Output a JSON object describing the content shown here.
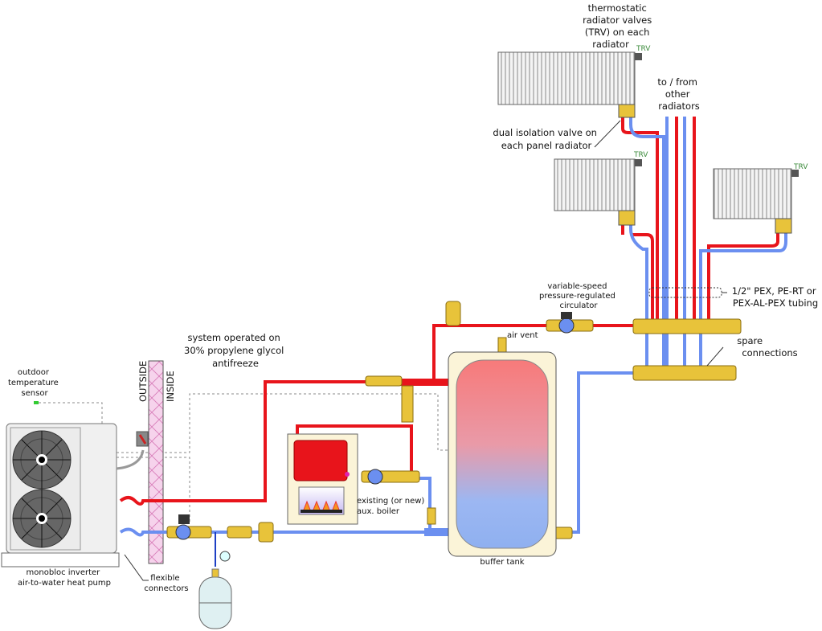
{
  "labels": {
    "trv_note": [
      "thermostatic",
      "radiator valves",
      "(TRV) on each",
      "radiator"
    ],
    "trv": "TRV",
    "to_from": [
      "to / from",
      "other",
      "radiators"
    ],
    "dual_isolation": [
      "dual isolation valve on",
      "each panel radiator"
    ],
    "tubing": [
      "1/2\" PEX, PE-RT or",
      "PEX-AL-PEX tubing"
    ],
    "circulator": [
      "variable-speed",
      "pressure-regulated",
      "circulator"
    ],
    "spare": [
      "spare",
      "connections"
    ],
    "glycol": [
      "system operated on",
      "30% propylene glycol",
      "antifreeze"
    ],
    "sensor": [
      "outdoor",
      "temperature",
      "sensor"
    ],
    "outside": "OUTSIDE",
    "inside": "INSIDE",
    "air_vent": "air vent",
    "boiler": [
      "existing (or new)",
      "aux. boiler"
    ],
    "buffer_tank": "buffer tank",
    "heat_pump": [
      "monobloc inverter",
      "air-to-water heat pump"
    ],
    "flexible": [
      "flexible",
      "connectors"
    ]
  },
  "colors": {
    "supply": "#e8141b",
    "return": "#6b8ff0",
    "brass": "#e8c33a",
    "wall": "#f2c9e6"
  }
}
